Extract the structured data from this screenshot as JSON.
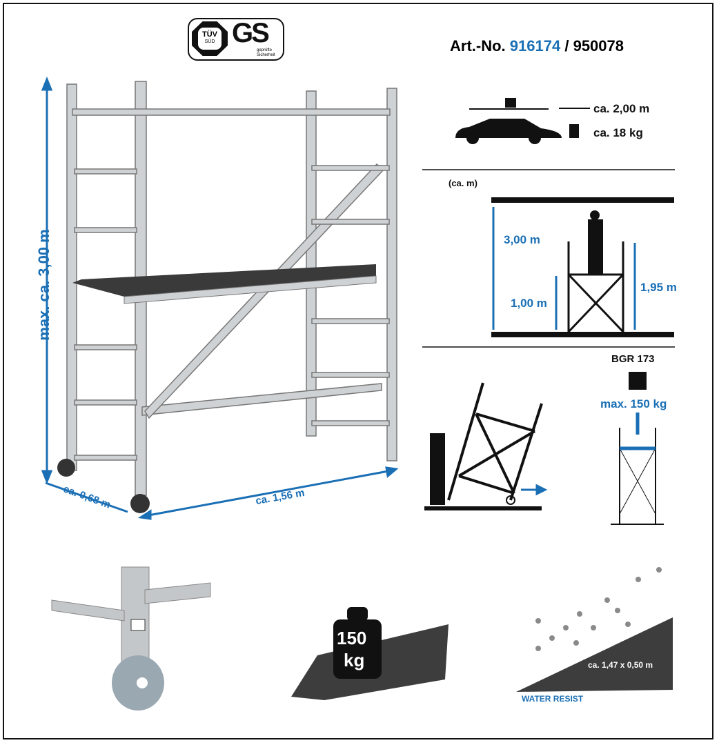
{
  "certification": {
    "tuv": "TÜV",
    "tuv_sub": "SÜD",
    "gs": "GS",
    "gs_sub": "geprüfte Sicherheit"
  },
  "article": {
    "prefix": "Art.-No.",
    "number_primary": "916174",
    "separator": "/",
    "number_secondary": "950078"
  },
  "transport": {
    "length": "ca. 2,00 m",
    "weight": "ca. 18 kg"
  },
  "dimensions": {
    "max_height": "max. ca. 3,00 m",
    "depth": "ca. 0,68 m",
    "width": "ca. 1,56 m"
  },
  "heights": {
    "unit_label": "(ca. m)",
    "reach": "3,00 m",
    "platform": "1,00 m",
    "total": "1,95 m"
  },
  "load": {
    "standard": "BGR 173",
    "max_load": "max. 150 kg"
  },
  "features": {
    "weight_top": "150",
    "weight_unit": "kg",
    "platform_size": "ca. 1,47 x 0,50 m",
    "water": "WATER RESIST"
  },
  "colors": {
    "accent": "#1a6fb5",
    "line": "#111111",
    "platform": "#3a3a3a"
  }
}
